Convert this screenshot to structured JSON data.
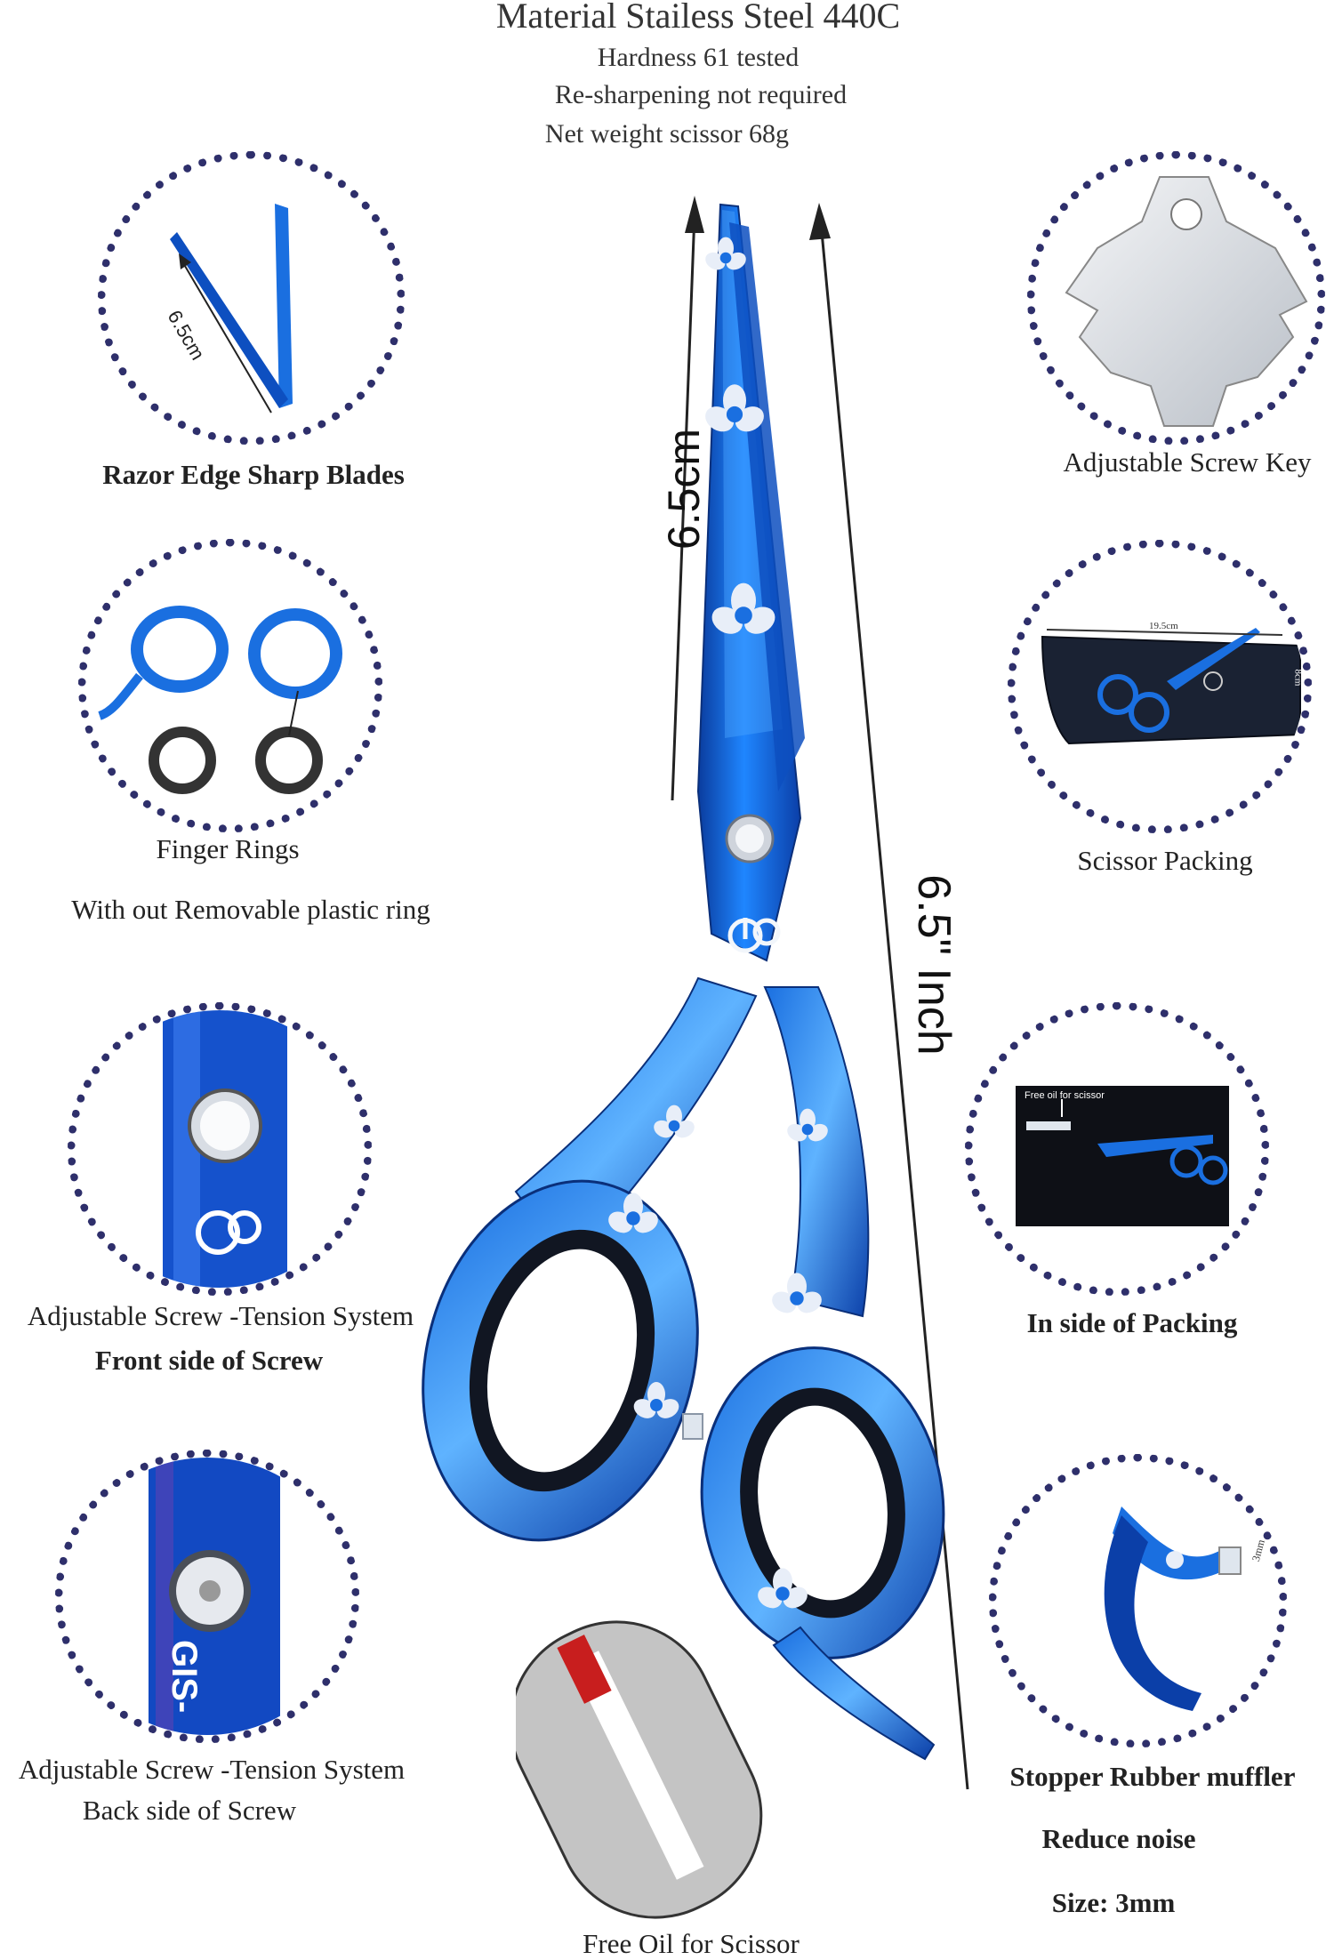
{
  "header": {
    "material": "Material Stailess Steel 440C",
    "hardness": "Hardness 61 tested",
    "resharpening": "Re-sharpening not required",
    "weight": "Net weight scissor 68g"
  },
  "measurements": {
    "blade_length": "6.5cm",
    "total_length": "6.5\" Inch",
    "inset_blade_length": "6.5cm",
    "inset_packing_width": "19.5cm",
    "inset_packing_height": "8cm",
    "inset_oil_label": "Free oil for scissor",
    "inset_stopper_size": "3mm"
  },
  "features": {
    "blades": {
      "title": "Razor Edge Sharp Blades"
    },
    "rings": {
      "title": "Finger Rings",
      "subtitle": "With out  Removable plastic ring"
    },
    "screw_front": {
      "title": "Adjustable Screw -Tension System",
      "subtitle": "Front side of Screw"
    },
    "screw_back": {
      "title": "Adjustable Screw -Tension System",
      "subtitle": "Back side of Screw",
      "engraving": "GIS-"
    },
    "screw_key": {
      "title": "Adjustable Screw Key"
    },
    "packing": {
      "title": "Scissor Packing"
    },
    "inside_packing": {
      "title": "In side of Packing"
    },
    "stopper": {
      "title": "Stopper Rubber muffler",
      "line2": "Reduce noise",
      "line3": "Size: 3mm"
    },
    "oil": {
      "title": "Free Oil for Scissor"
    }
  },
  "colors": {
    "blue_steel": "#1a6fe0",
    "blue_dark": "#0b3fa8",
    "dot_border": "#2e2f6b",
    "ring_black": "#111622"
  },
  "icons": [
    "flower-logo-icon",
    "gis-logo-icon",
    "screw-icon",
    "arrow-up-icon"
  ]
}
